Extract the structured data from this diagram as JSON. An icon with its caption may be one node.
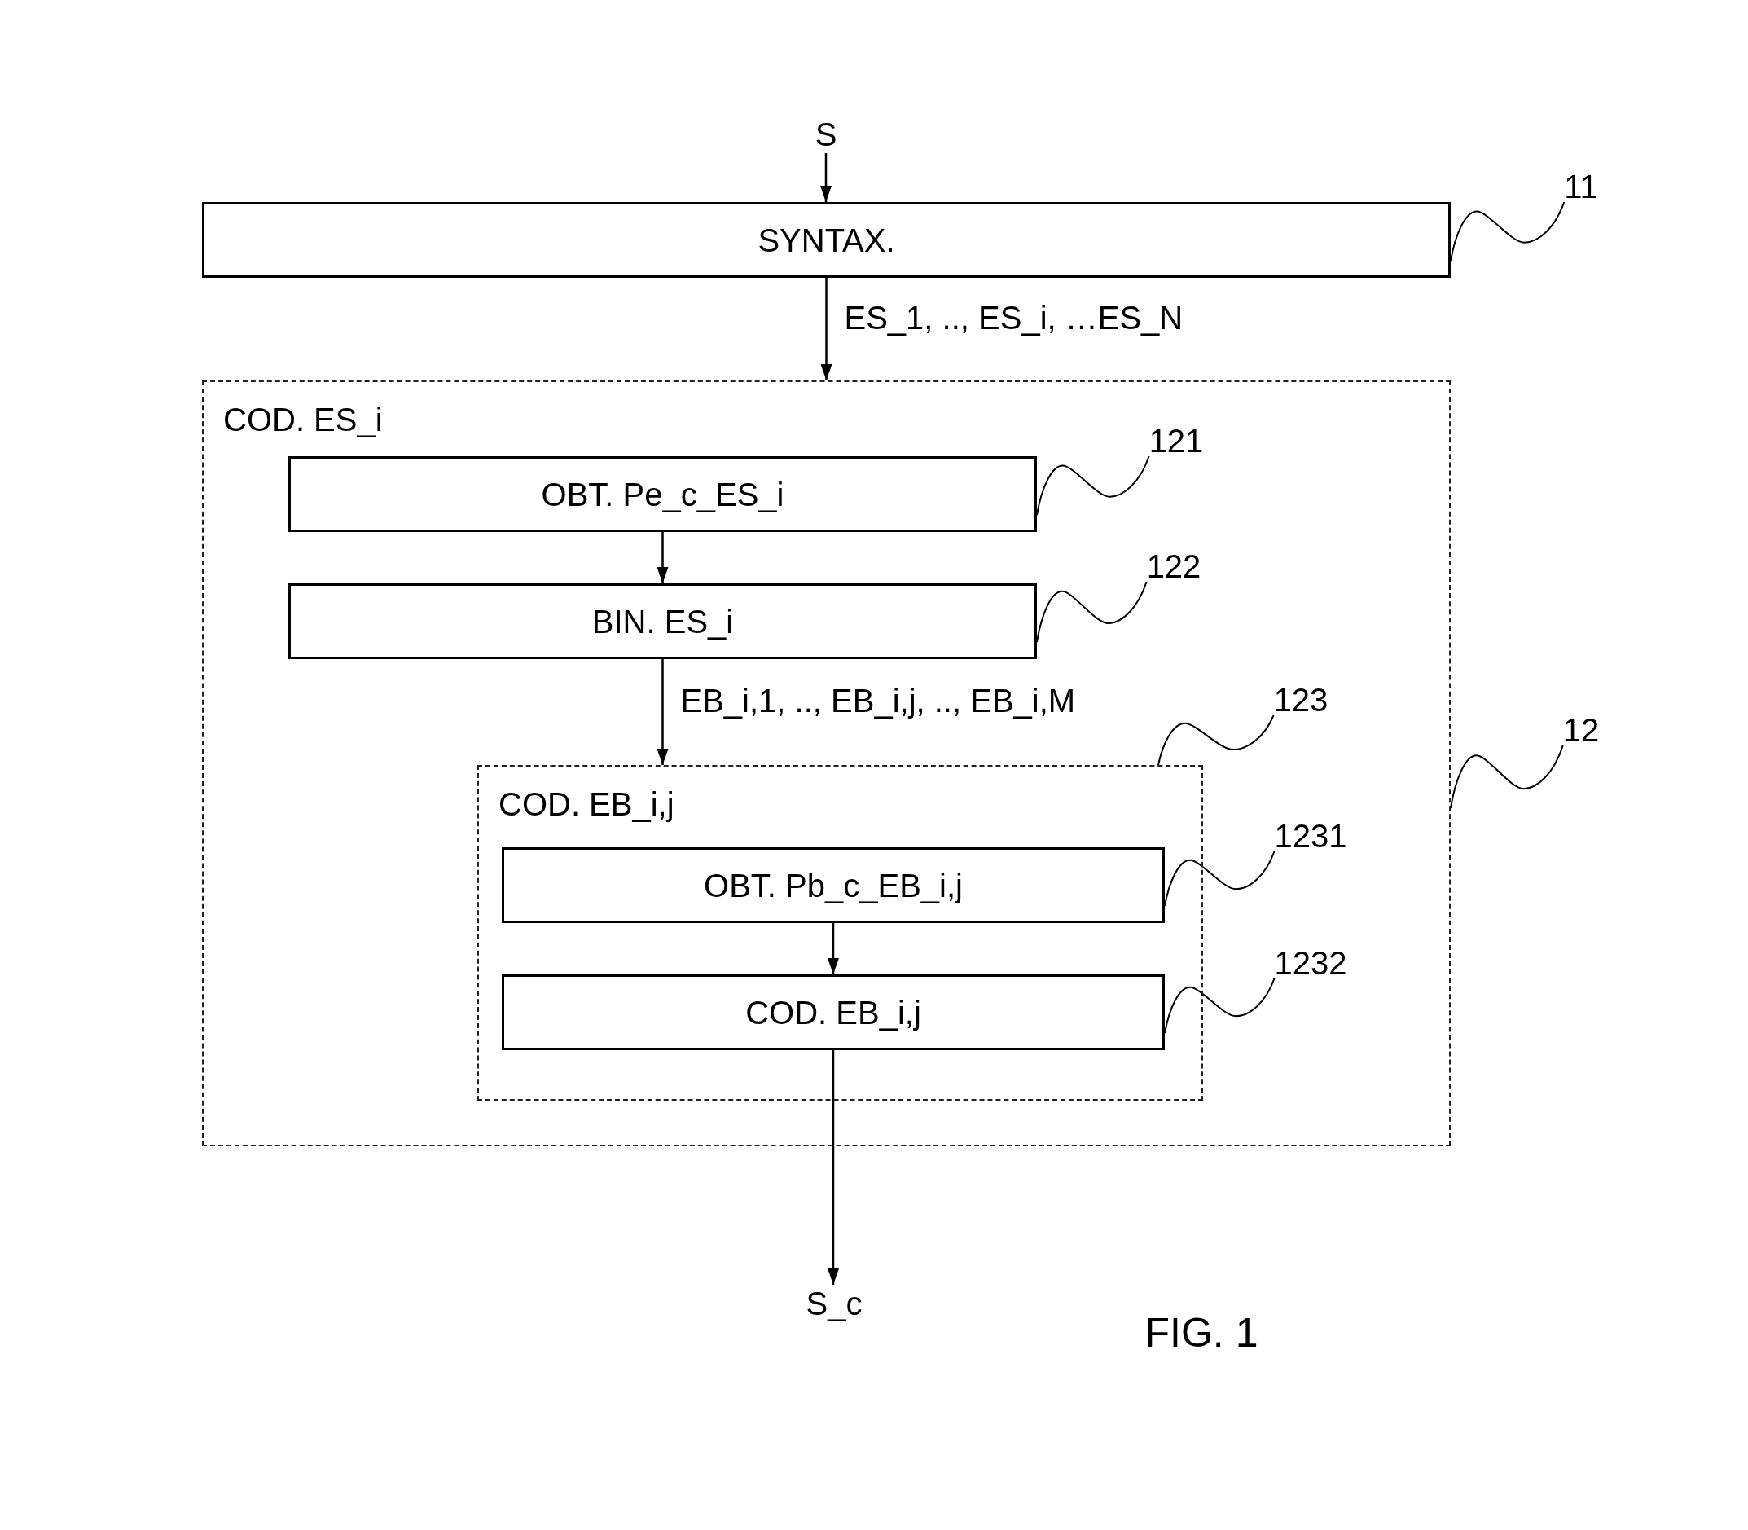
{
  "diagram": {
    "nodes": [
      {
        "text": [
          "S"
        ]
      },
      {
        "text": [
          "SYNTAX."
        ]
      },
      {
        "text": [
          "11"
        ]
      },
      {
        "text": [
          "COD. ES_i"
        ]
      },
      {
        "text": [
          "OBT. Pe_c_ES_i"
        ],
        "in": 3
      },
      {
        "text": [
          "121"
        ],
        "in": 3
      },
      {
        "text": [
          "BIN. ES_i"
        ],
        "in": 3
      },
      {
        "text": [
          "122"
        ],
        "in": 3
      },
      {
        "text": [
          "COD. EB_i,j"
        ],
        "in": 3
      },
      {
        "text": [
          "123"
        ],
        "in": 3
      },
      {
        "text": [
          "12"
        ]
      },
      {
        "text": [
          "OBT. Pb_c_EB_i,j"
        ],
        "in": 8
      },
      {
        "text": [
          "1231"
        ],
        "in": 3
      },
      {
        "text": [
          "COD. EB_i,j"
        ],
        "in": 8
      },
      {
        "text": [
          "1232"
        ],
        "in": 3
      },
      {
        "text": [
          "S_c"
        ]
      }
    ],
    "edges": [
      {
        "from": 0,
        "to": 1,
        "arrow": "to"
      },
      {
        "from": 1,
        "to": 3,
        "arrow": "to",
        "label": "ES_1, .., ES_i, …ES_N"
      },
      {
        "from": 4,
        "to": 6,
        "arrow": "to"
      },
      {
        "from": 6,
        "to": 8,
        "arrow": "to",
        "label": "EB_i,1, .., EB_i,j, .., EB_i,M"
      },
      {
        "from": 11,
        "to": 13,
        "arrow": "to"
      },
      {
        "from": 13,
        "to": 15,
        "arrow": "to"
      },
      {
        "from": 2,
        "to": 1,
        "arrow": "none"
      },
      {
        "from": 5,
        "to": 4,
        "arrow": "none"
      },
      {
        "from": 7,
        "to": 6,
        "arrow": "none"
      },
      {
        "from": 9,
        "to": 8,
        "arrow": "none"
      },
      {
        "from": 10,
        "to": 3,
        "arrow": "none"
      },
      {
        "from": 12,
        "to": 11,
        "arrow": "none"
      },
      {
        "from": 14,
        "to": 13,
        "arrow": "none"
      }
    ],
    "labels": [
      "FIG. 1"
    ]
  }
}
